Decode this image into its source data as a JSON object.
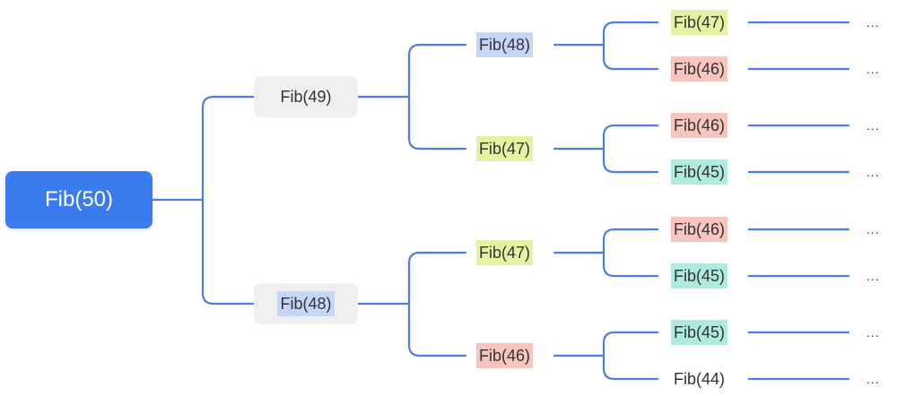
{
  "root": {
    "label": "Fib(50)"
  },
  "level1": [
    {
      "label": "Fib(49)",
      "highlight": "none"
    },
    {
      "label": "Fib(48)",
      "highlight": "#c6d6f8"
    }
  ],
  "level2": [
    {
      "label": "Fib(48)",
      "highlight": "#c6d6f8"
    },
    {
      "label": "Fib(47)",
      "highlight": "#e6f2a2"
    },
    {
      "label": "Fib(47)",
      "highlight": "#e6f2a2"
    },
    {
      "label": "Fib(46)",
      "highlight": "#f7c4be"
    }
  ],
  "level3": [
    {
      "label": "Fib(47)",
      "highlight": "#e6f2a2"
    },
    {
      "label": "Fib(46)",
      "highlight": "#f7c4be"
    },
    {
      "label": "Fib(46)",
      "highlight": "#f7c4be"
    },
    {
      "label": "Fib(45)",
      "highlight": "#aeeadf"
    },
    {
      "label": "Fib(46)",
      "highlight": "#f7c4be"
    },
    {
      "label": "Fib(45)",
      "highlight": "#aeeadf"
    },
    {
      "label": "Fib(45)",
      "highlight": "#aeeadf"
    },
    {
      "label": "Fib(44)",
      "highlight": "none"
    }
  ],
  "continuation": "...",
  "colors": {
    "line": "#4a7fe6",
    "root_fill": "#3a7bf0",
    "node_fill": "#efefef"
  }
}
